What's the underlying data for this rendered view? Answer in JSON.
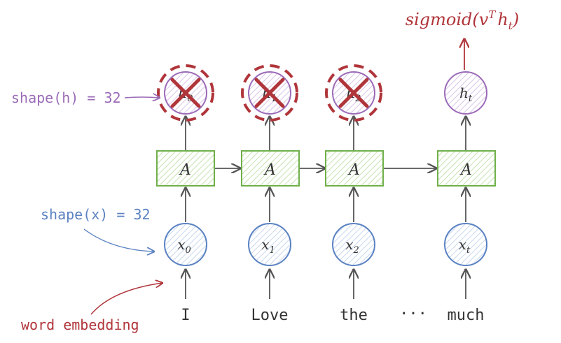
{
  "output": {
    "fn": "sigmoid(v",
    "sup": "T",
    "h": "h",
    "sub": "t",
    "close": ")"
  },
  "labels": {
    "shape_h": "shape(h) = 32",
    "shape_x": "shape(x) = 32",
    "word_embedding": "word embedding"
  },
  "steps": [
    {
      "hidden": "h",
      "hidden_sub": "0",
      "cell": "A",
      "input": "x",
      "input_sub": "0",
      "word": "I",
      "dropped": true
    },
    {
      "hidden": "h",
      "hidden_sub": "1",
      "cell": "A",
      "input": "x",
      "input_sub": "1",
      "word": "Love",
      "dropped": true
    },
    {
      "hidden": "h",
      "hidden_sub": "2",
      "cell": "A",
      "input": "x",
      "input_sub": "2",
      "word": "the",
      "dropped": true
    },
    {
      "hidden": "h",
      "hidden_sub": "t",
      "cell": "A",
      "input": "x",
      "input_sub": "t",
      "word": "much",
      "dropped": false
    }
  ],
  "ellipsis": "···",
  "colors": {
    "hidden": "#9b6bb8",
    "hidden_fill": "#efe5f5",
    "cell": "#6fb04a",
    "cell_fill": "#e6f2dc",
    "input": "#5a82c2",
    "input_fill": "#e4ecf7",
    "dropout": "#b0353a",
    "arrow": "#555555",
    "shape_h": "#9b6bb8",
    "shape_x": "#5a82c2",
    "word_embedding": "#b0353a",
    "output": "#b0353a",
    "text": "#333333"
  }
}
